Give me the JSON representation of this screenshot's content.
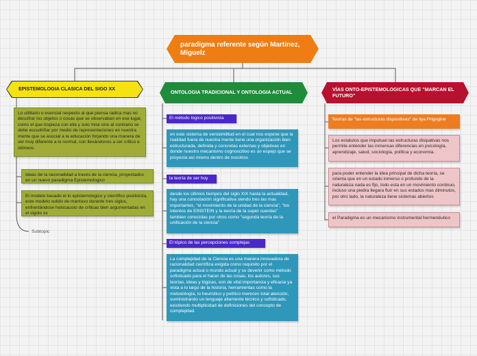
{
  "root": {
    "title": "paradigma referente según Martinez, Miguelz"
  },
  "branches": [
    {
      "title": "EPISTEMOLOGIA CLASICA DEL SIGO XX",
      "color": "#f4e212",
      "items": [
        "Lo utilitario o esencial respecto al que piensa radica mas no descifrar los objetos o cosas que se observaban en ese lugar, como el que tropieza con ella y solo mira sino al contrario se debe escudriñar por medio de representaciones en nuestra mente que se asocial a la educación forjando una manera de ver muy diferente a lo normal, con llevándonos a ser critico e idóneos.",
        "Ideas de la racionalidad a través de la ciencia, proyectados en un nuevo paradigma Epistemologico",
        "El modelo basado el lo epistemologico y científico positivista, este modelo solido de mantuvo durante tres siglos, enfrentándose holocausto de criticas bien argumentadas en el sigolo xx"
      ],
      "subtopic": "Subtopic"
    },
    {
      "title": "ONTOLOGIA TRADICIONAL Y ONTOLOGIA ACTUAL",
      "color": "#1f8c3b",
      "items": [
        {
          "label": "El método lógico positivista",
          "text": "en este sistema de verosimilitud en el cual nos expone que la realidad fuera de nuestra mente tiene una organización bien estructurada, definida y concretas externas y objetivas en donde nuestro mecanismo cognoscitivo es un espejo que se proyecta así mismo dentro de nosotros"
        },
        {
          "label": "la teoría de ser hoy",
          "text": "desde los últimos tiempos del siglo XIX hasta la actualidad, hay una connotación significativa siendo tres las mas importantes, \"el movimiento de la unidad de la ciencia\", \"los intentos de EINSTEIN y la teoría de la super cuerdas\" tambien conocidas por otros como \"segunda teoría de la unificación de la ciencia\""
        },
        {
          "label": "El tópico de las percepciones complejas",
          "text": "La complejidad de la Ciencia es una manera innovadora de racionalidad científica exigida como requisito por el paradigma actual o mundo actual y su devenir como método sofisticado para el hacer de las cosas, los autores, sus teorías, ideas y lógicas, son de vital importancia y eficacia ya vista a lo largo de la historia, herramientas como la metodología, lo heuristico y político merecen total atención, suministrando un lenguaje altamente técnico y sofisticado, existiendo multiplicidad de definiciones del concepto de complejidad."
        }
      ]
    },
    {
      "title": "VÍAS ONTO-EPISTEMOLOGICAS QUE \"MARCAN EL FUTURO\"",
      "color": "#b8112f",
      "items": [
        "Teorías de \"las estructuras dispositivas\" de ilya Prigogine",
        "Los estatutos que impulsan las estructuras disipativas nos permite entender las inmensas diferencias en psicología, aprendizaje, salud, sociología, política y economía.",
        "para poder entender la idea principal de dicha teoría, se orienta que en un estado inmerso o profundo de la naturaleza nada es fijo, todo esta en un movimiento continuo, incluso una piedra llegara fluir en sus estados mas diminutos, por otro lado, la naturaleza tiene sistemas abiertos",
        "el Paradigma es un mecanismo instrumental hermenéutico"
      ]
    }
  ]
}
